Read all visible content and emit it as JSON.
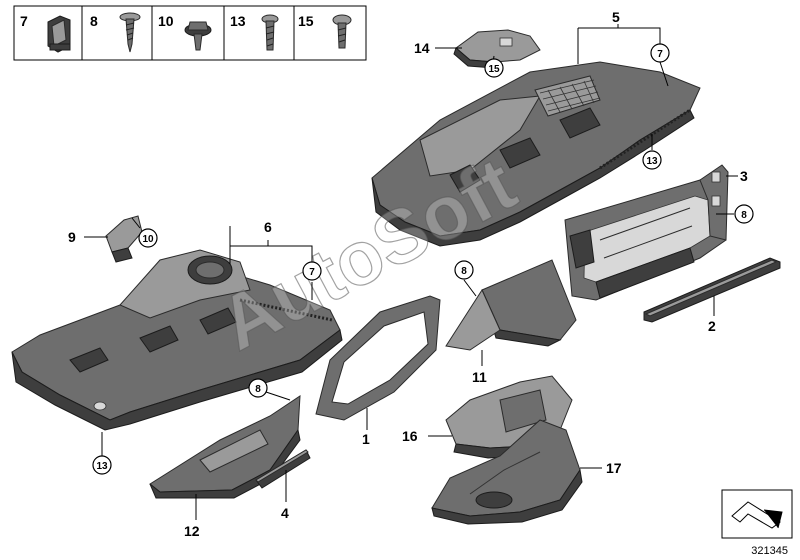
{
  "legend": {
    "items": [
      {
        "number": "7",
        "icon": "clip-nut-icon"
      },
      {
        "number": "8",
        "icon": "tapping-screw-icon"
      },
      {
        "number": "10",
        "icon": "collar-screw-icon"
      },
      {
        "number": "13",
        "icon": "screw-icon"
      },
      {
        "number": "15",
        "icon": "flat-head-screw-icon"
      }
    ]
  },
  "callouts": [
    {
      "id": "1",
      "label": "1",
      "circled": false
    },
    {
      "id": "2",
      "label": "2",
      "circled": false
    },
    {
      "id": "3",
      "label": "3",
      "circled": false
    },
    {
      "id": "4",
      "label": "4",
      "circled": false
    },
    {
      "id": "5",
      "label": "5",
      "circled": false
    },
    {
      "id": "6",
      "label": "6",
      "circled": false
    },
    {
      "id": "9",
      "label": "9",
      "circled": false
    },
    {
      "id": "11",
      "label": "11",
      "circled": false
    },
    {
      "id": "12",
      "label": "12",
      "circled": false
    },
    {
      "id": "14",
      "label": "14",
      "circled": false
    },
    {
      "id": "16",
      "label": "16",
      "circled": false
    },
    {
      "id": "17",
      "label": "17",
      "circled": false
    },
    {
      "id": "c7a",
      "label": "7",
      "circled": true
    },
    {
      "id": "c7b",
      "label": "7",
      "circled": true
    },
    {
      "id": "c8a",
      "label": "8",
      "circled": true
    },
    {
      "id": "c8b",
      "label": "8",
      "circled": true
    },
    {
      "id": "c8c",
      "label": "8",
      "circled": true
    },
    {
      "id": "c10",
      "label": "10",
      "circled": true
    },
    {
      "id": "c13a",
      "label": "13",
      "circled": true
    },
    {
      "id": "c13b",
      "label": "13",
      "circled": true
    },
    {
      "id": "c15",
      "label": "15",
      "circled": true
    }
  ],
  "watermark": "AutoSoft",
  "document_number": "321345",
  "colors": {
    "part": "#6e6e6e",
    "part_light": "#9a9a9a",
    "part_dark": "#3e3e3e",
    "line": "#000000"
  }
}
